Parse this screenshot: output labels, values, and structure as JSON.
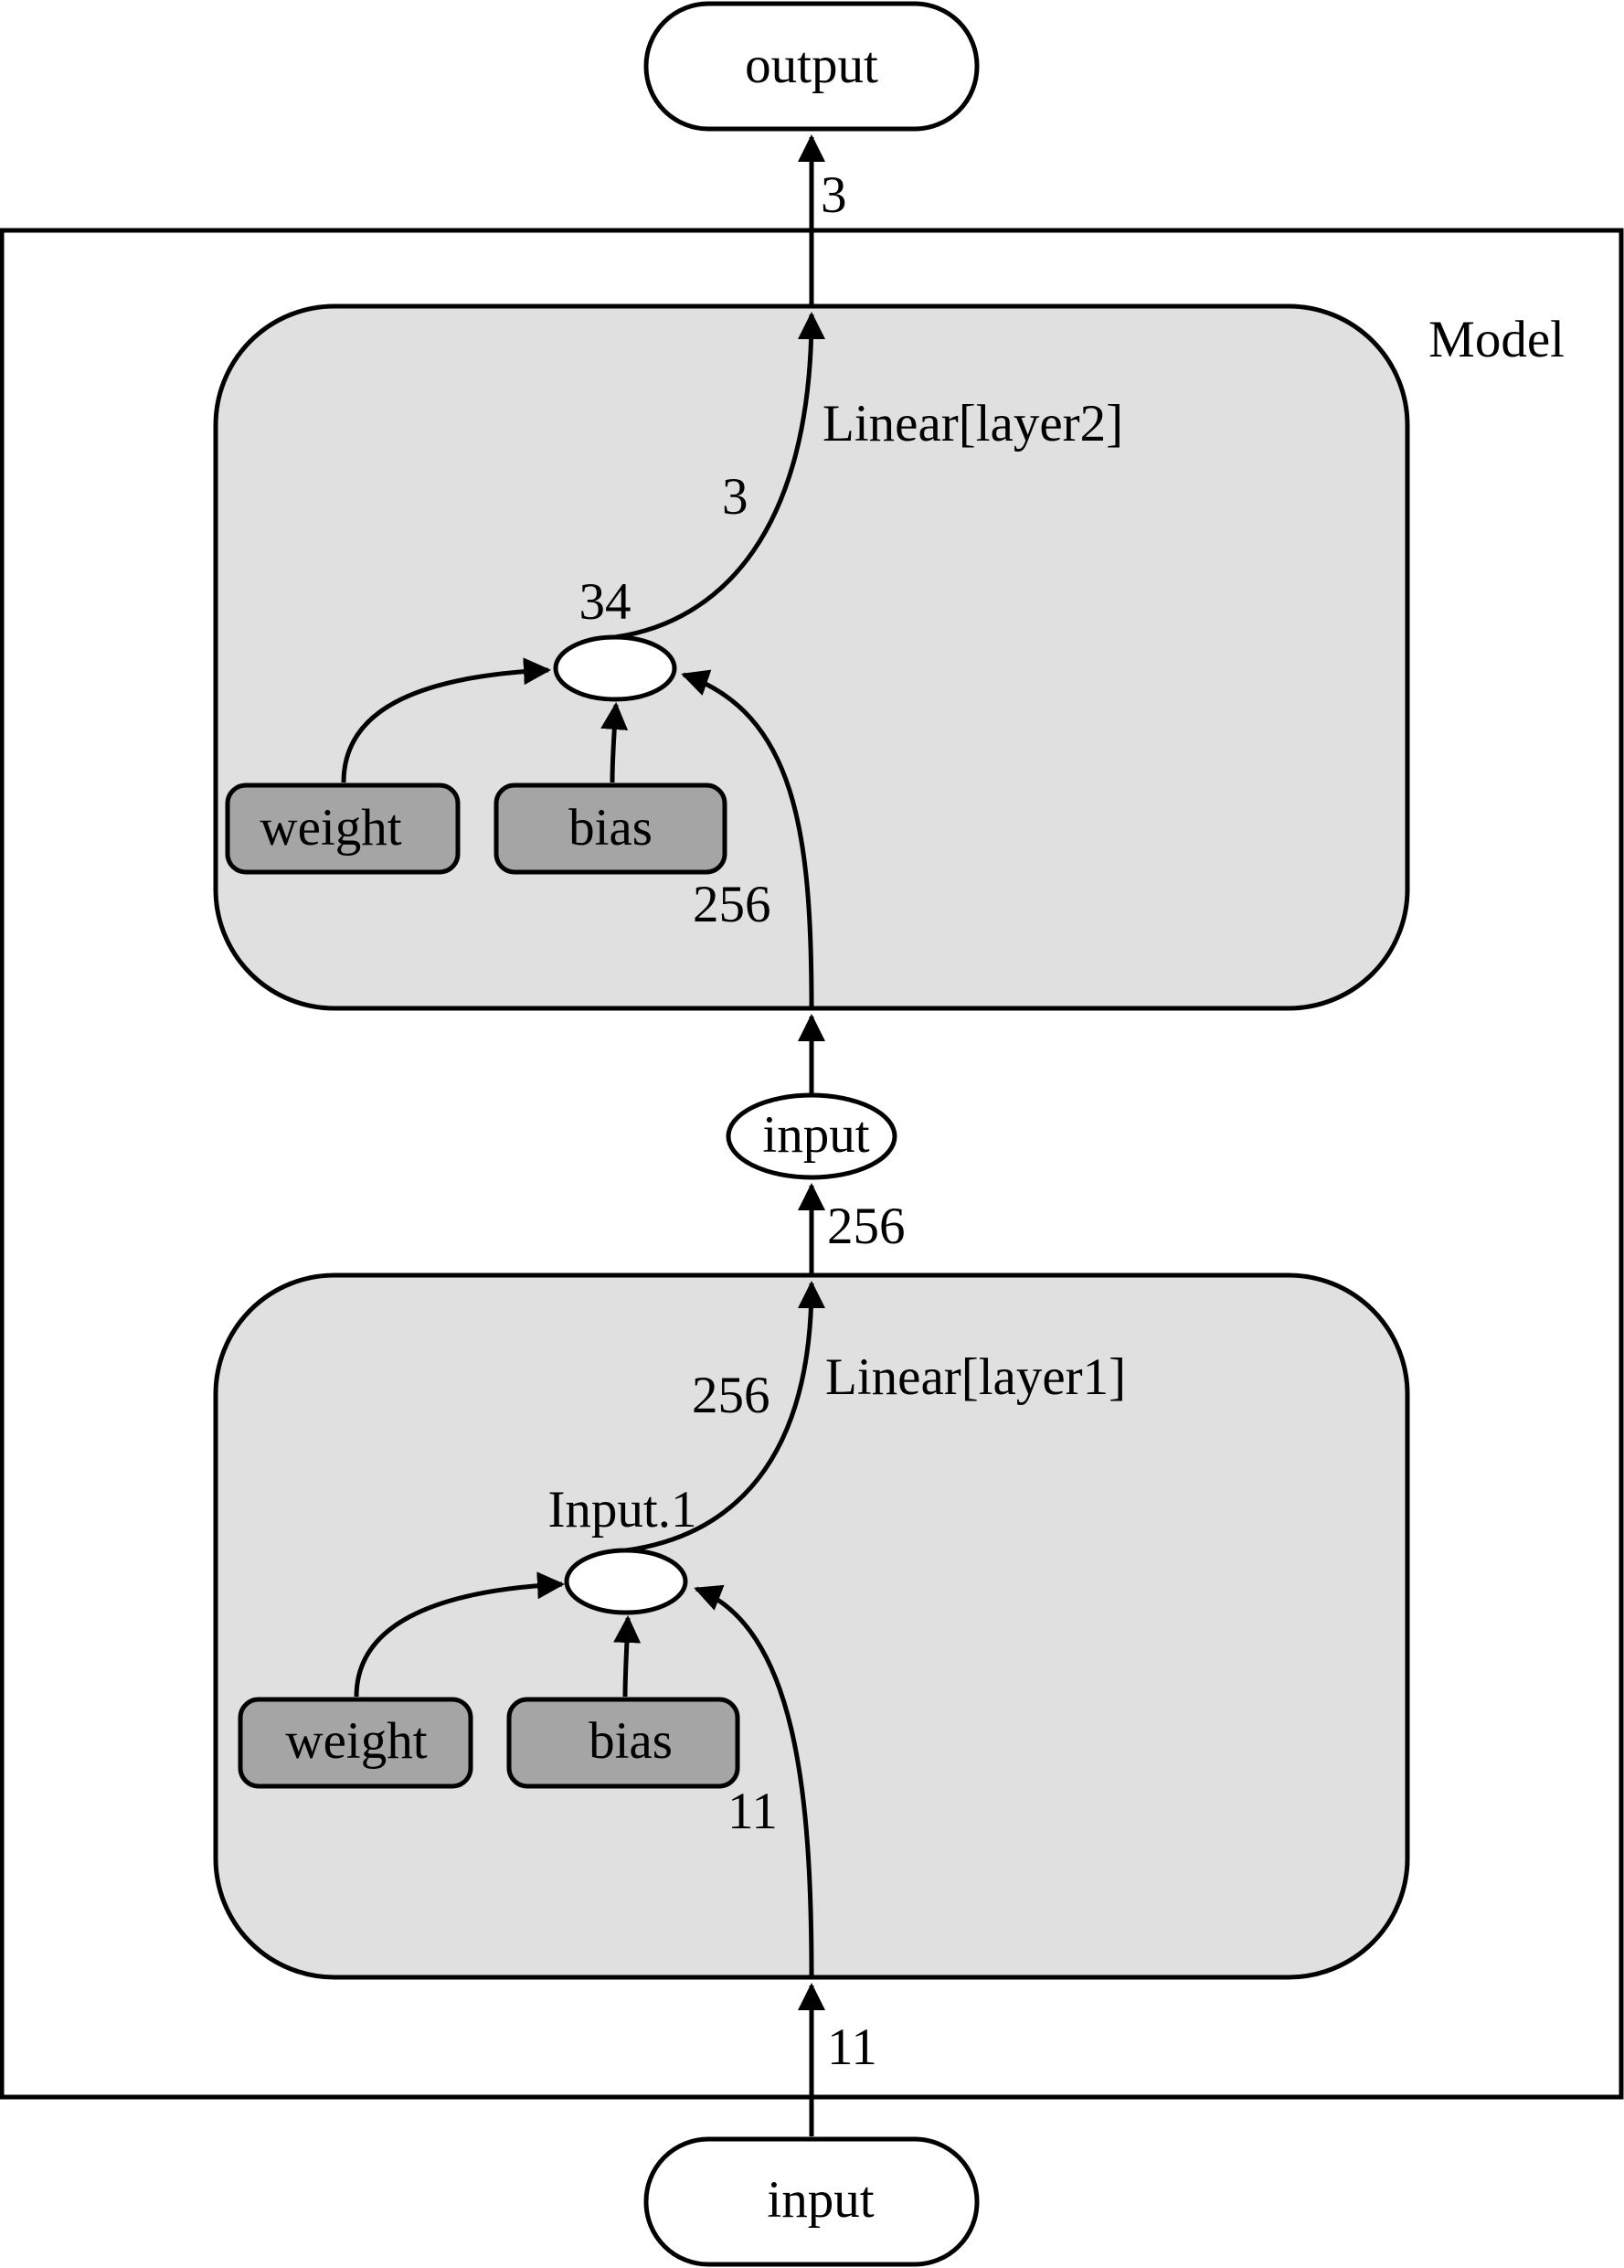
{
  "diagram": {
    "nodes": {
      "output": "output",
      "input_bottom": "input",
      "input_mid": "input",
      "op2": "34",
      "op1": "Input.1",
      "weight2": "weight",
      "bias2": "bias",
      "weight1": "weight",
      "bias1": "bias"
    },
    "clusters": {
      "model": "Model",
      "layer2": "Linear[layer2]",
      "layer1": "Linear[layer1]"
    },
    "edges": {
      "model_to_output": "3",
      "layer2_out": "3",
      "layer2_in": "256",
      "mid_to_layer2_in": "256",
      "layer1_out": "256",
      "layer1_in": "11",
      "input_to_model": "11"
    },
    "colors": {
      "cluster_fill": "#e0e0e0",
      "param_fill": "#a5a5a5",
      "stroke": "#000000",
      "background": "#ffffff"
    }
  }
}
